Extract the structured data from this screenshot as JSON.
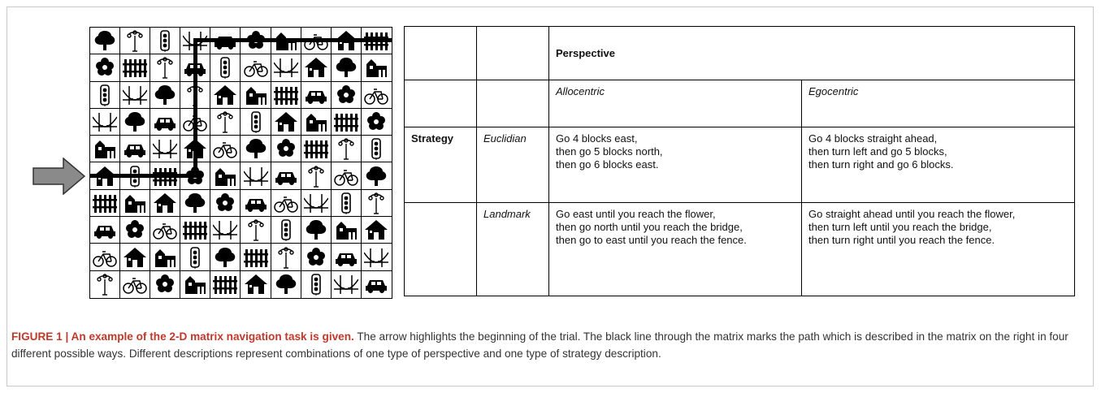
{
  "figure": {
    "caption_label": "FIGURE 1 | An example of the 2-D matrix navigation task is given.",
    "caption_text": " The arrow highlights the beginning of the trial. The black line through the matrix marks the path which is described in the matrix on the right in four different possible ways. Different descriptions represent combinations of one type of perspective and one type of strategy description."
  },
  "matrix": {
    "rows": [
      [
        "tree",
        "lamp",
        "traffic-light",
        "bridge",
        "car",
        "flower",
        "barn",
        "bicycle",
        "house",
        "fence"
      ],
      [
        "flower",
        "fence",
        "lamp",
        "car",
        "traffic-light",
        "bicycle",
        "bridge",
        "house",
        "tree",
        "barn"
      ],
      [
        "traffic-light",
        "bridge",
        "tree",
        "lamp",
        "house",
        "barn",
        "fence",
        "car",
        "flower",
        "bicycle"
      ],
      [
        "bridge",
        "tree",
        "car",
        "bicycle",
        "lamp",
        "traffic-light",
        "house",
        "barn",
        "fence",
        "flower"
      ],
      [
        "barn",
        "car",
        "bridge",
        "house",
        "bicycle",
        "tree",
        "flower",
        "fence",
        "lamp",
        "traffic-light"
      ],
      [
        "house",
        "traffic-light",
        "fence",
        "flower",
        "barn",
        "bridge",
        "car",
        "lamp",
        "bicycle",
        "tree"
      ],
      [
        "fence",
        "barn",
        "house",
        "tree",
        "flower",
        "car",
        "bicycle",
        "bridge",
        "traffic-light",
        "lamp"
      ],
      [
        "car",
        "flower",
        "bicycle",
        "fence",
        "bridge",
        "lamp",
        "traffic-light",
        "tree",
        "barn",
        "house"
      ],
      [
        "bicycle",
        "house",
        "barn",
        "traffic-light",
        "tree",
        "fence",
        "lamp",
        "flower",
        "car",
        "bridge"
      ],
      [
        "lamp",
        "bicycle",
        "flower",
        "barn",
        "fence",
        "house",
        "tree",
        "traffic-light",
        "bridge",
        "car"
      ]
    ]
  },
  "table": {
    "perspective_header": "Perspective",
    "allocentric": "Allocentric",
    "egocentric": "Egocentric",
    "strategy": "Strategy",
    "euclidian": "Euclidian",
    "landmark": "Landmark",
    "euclid_allo": "Go 4 blocks east,\nthen go 5 blocks north,\nthen go 6 blocks east.",
    "euclid_ego": "Go 4 blocks straight ahead,\nthen turn left and go 5 blocks,\nthen turn right and go 6 blocks.",
    "land_allo": "Go east until you reach the flower,\nthen go north until you reach the bridge,\nthen go to east until you reach the fence.",
    "land_ego": "Go straight ahead until you reach the flower,\nthen turn left until you reach the bridge,\nthen turn right until you reach the fence."
  },
  "colors": {
    "arrow_fill": "#8a8a8a",
    "caption_accent": "#c0392b"
  }
}
